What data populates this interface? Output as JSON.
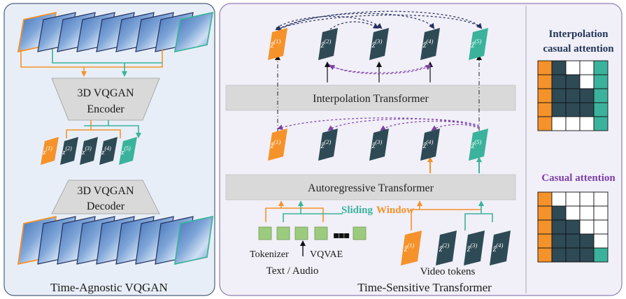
{
  "left_panel": {
    "title": "Time-Agnostic VQGAN",
    "encoder": {
      "line1": "3D VQGAN",
      "line2": "Encoder"
    },
    "decoder": {
      "line1": "3D VQGAN",
      "line2": "Decoder"
    },
    "latent_tokens": [
      "z^(1)",
      "z^(2)",
      "z^(3)",
      "z^(4)",
      "z^(5)"
    ]
  },
  "middle_panel": {
    "title": "Time-Sensitive Transformer",
    "interpolation_bar": "Interpolation Transformer",
    "autoregressive_bar": "Autoregressive Transformer",
    "top_tokens": [
      "ẑ^(1)",
      "ẑ^(2)",
      "ẑ^(3)",
      "ẑ^(4)",
      "ẑ^(5)"
    ],
    "mid_tokens": [
      "ẑ^(1)",
      "ẑ^(2)",
      "ẑ^(3)",
      "ẑ^(4)",
      "ẑ^(5)"
    ],
    "video_tokens": [
      "ẑ^(1)",
      "ẑ^(2)",
      "ẑ^(3)",
      "ẑ^(4)"
    ],
    "sliding_word": "Sliding",
    "window_word": "Window",
    "tokenizer_label": "Tokenizer",
    "vqvae_label": "VQVAE",
    "text_audio_label": "Text / Audio",
    "video_tokens_label": "Video tokens",
    "ellipsis": "▪▪▪"
  },
  "right_panel": {
    "interp_title_line1": "Interpolation",
    "interp_title_line2": "casual attention",
    "causal_title": "Casual attention",
    "interp_grid": [
      [
        "o",
        "n",
        "w",
        "w",
        "t"
      ],
      [
        "o",
        "n",
        "n",
        "w",
        "t"
      ],
      [
        "o",
        "n",
        "n",
        "n",
        "t"
      ],
      [
        "o",
        "n",
        "n",
        "n",
        "t"
      ],
      [
        "o",
        "w",
        "w",
        "w",
        "t"
      ]
    ],
    "causal_grid": [
      [
        "o",
        "w",
        "w",
        "w",
        "w"
      ],
      [
        "o",
        "n",
        "w",
        "w",
        "w"
      ],
      [
        "o",
        "n",
        "n",
        "w",
        "w"
      ],
      [
        "o",
        "n",
        "n",
        "n",
        "w"
      ],
      [
        "o",
        "n",
        "n",
        "n",
        "t"
      ]
    ]
  },
  "colors": {
    "orange": "#F5922A",
    "navy": "#2E4A55",
    "teal": "#3BB39C",
    "purple": "#7B3FA6",
    "green_token": "#9CCB7E",
    "bar_grey": "#D9D9D9",
    "left_bg": "#E8EEF7",
    "middle_bg": "#F1EFF7",
    "frame_sky_top": "#5B86C7",
    "frame_sky_bottom": "#BFD3EE"
  }
}
